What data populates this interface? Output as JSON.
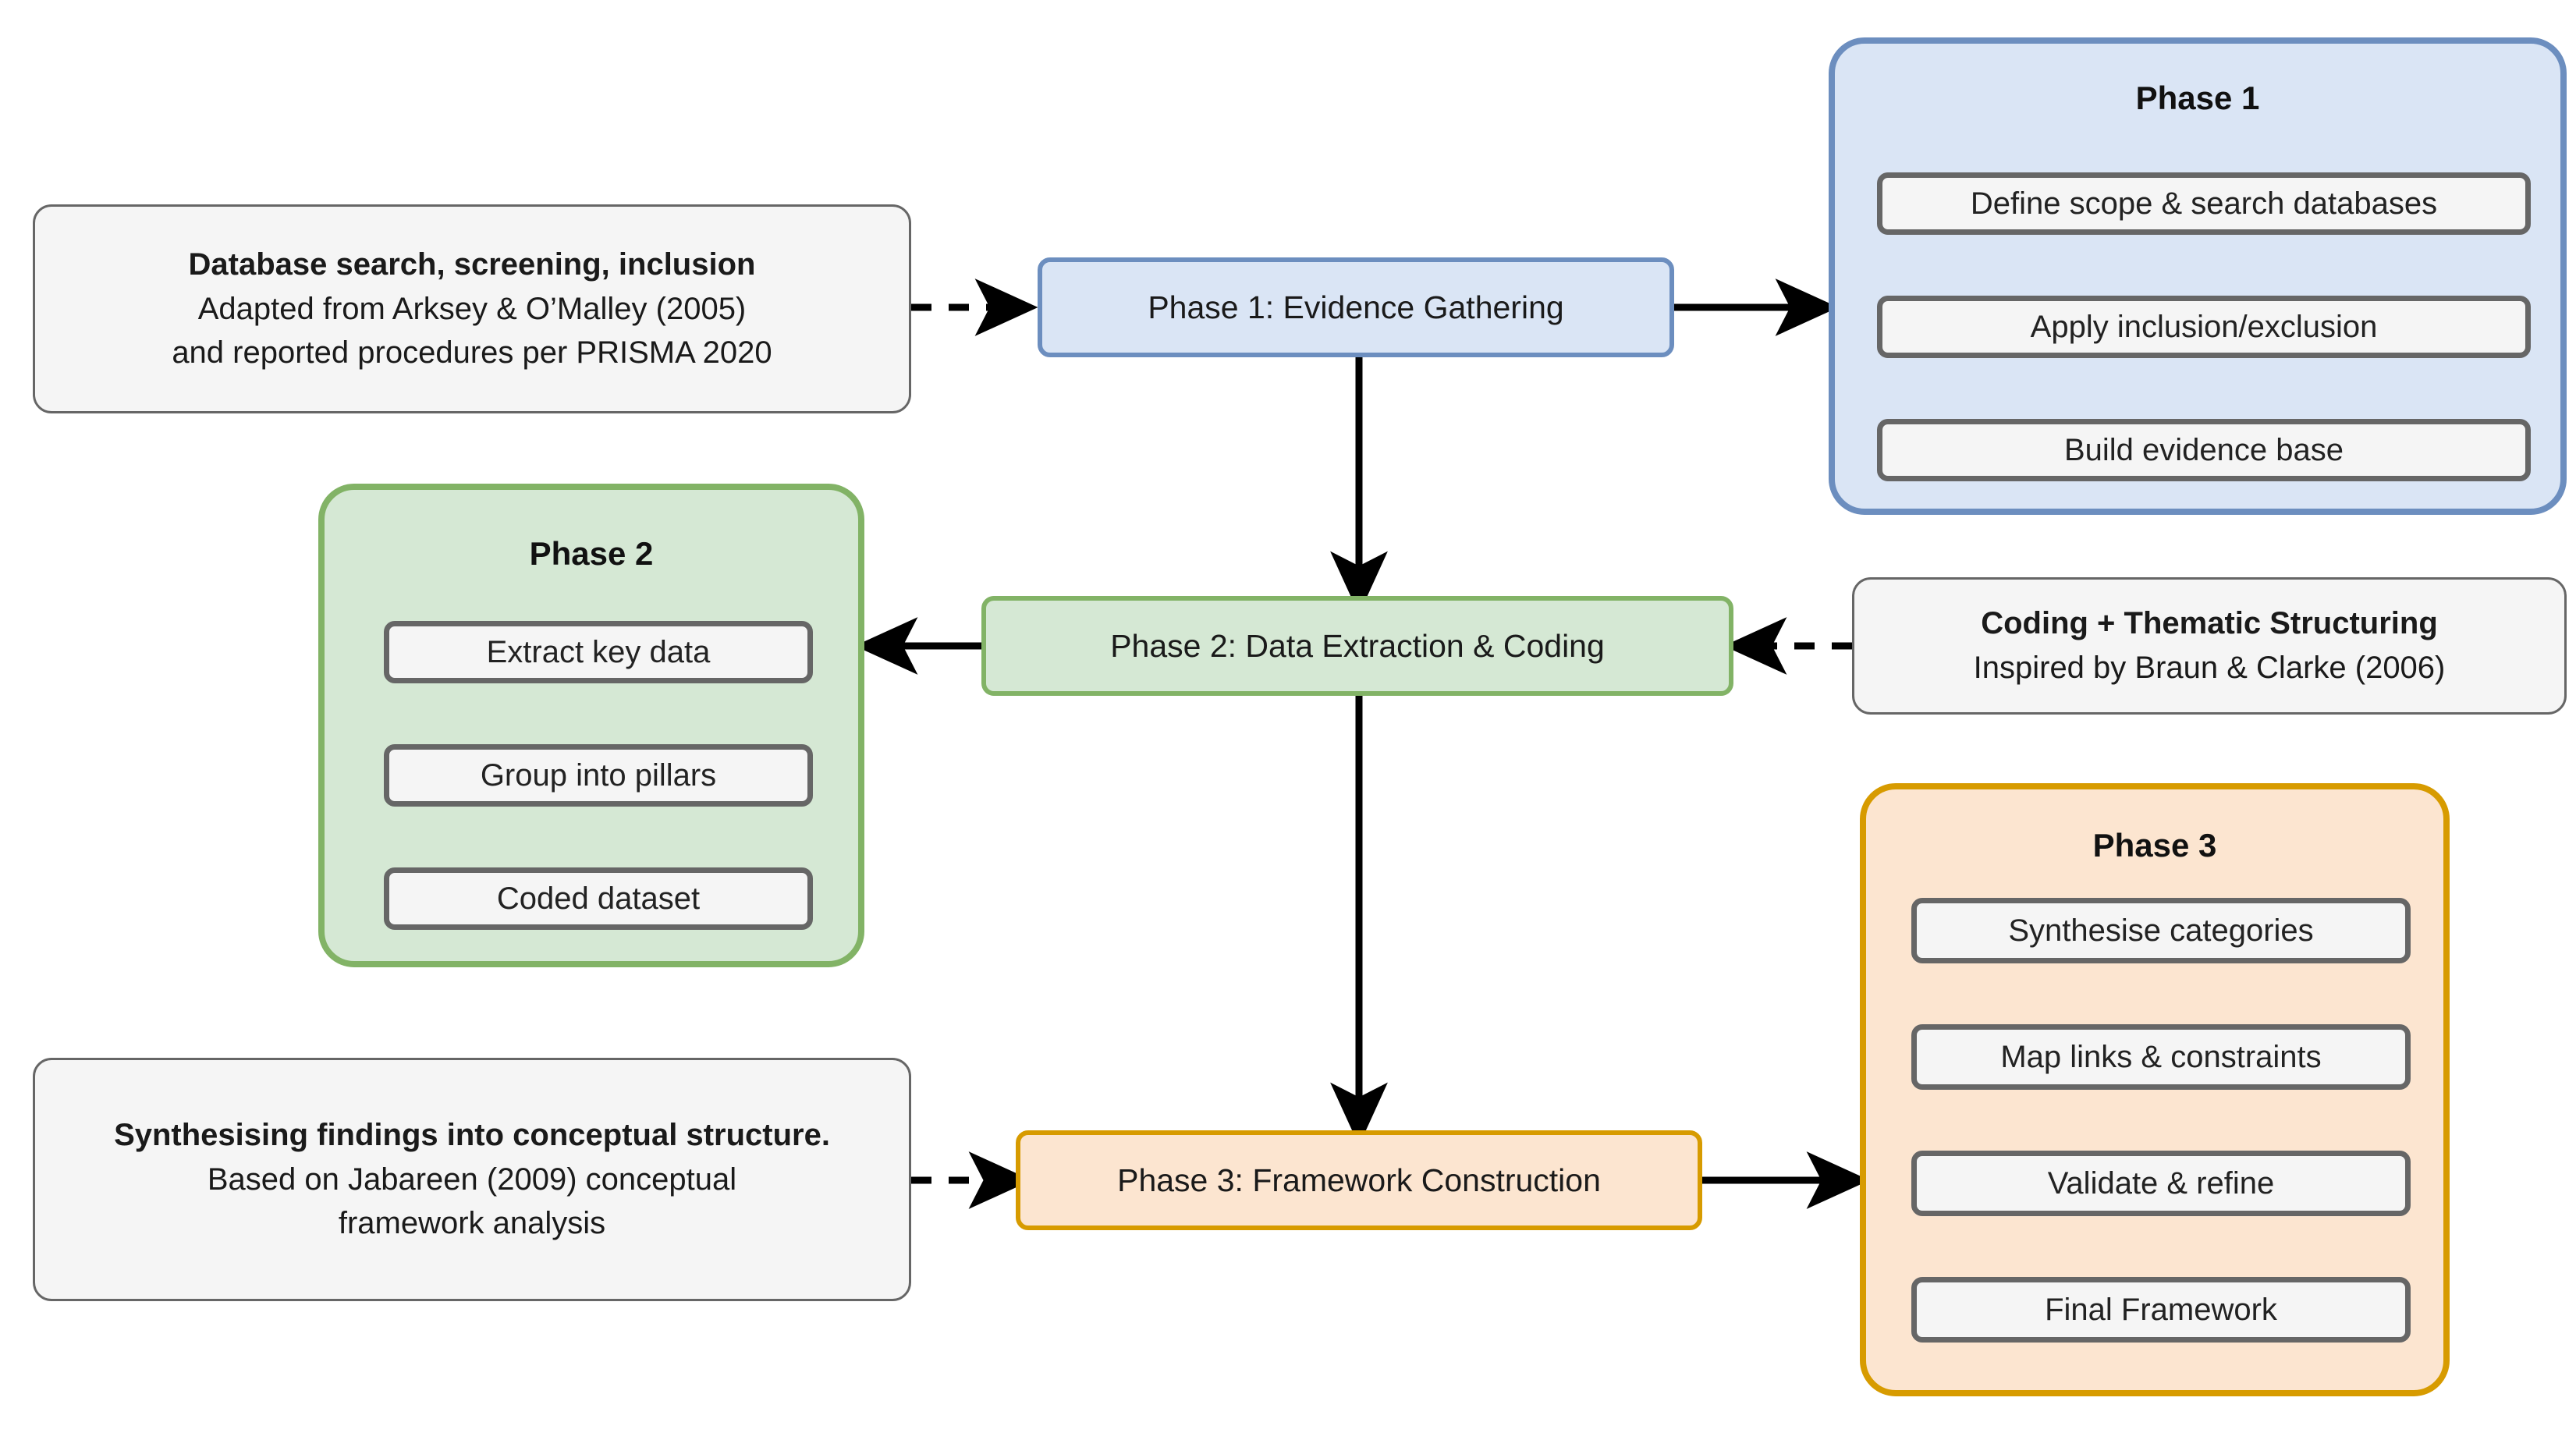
{
  "diagram": {
    "type": "flowchart",
    "orientation": "left-to-right with vertical phase spine",
    "background_color": "#ffffff"
  },
  "palette": {
    "blue_fill": "#dae5f5",
    "blue_stroke": "#6c8ebf",
    "green_fill": "#d5e8d4",
    "green_stroke": "#82b366",
    "orange_fill": "#fce5d0",
    "orange_stroke": "#d79b00",
    "note_fill": "#f5f5f5",
    "note_stroke": "#666666",
    "step_fill": "#f5f5f5",
    "step_stroke": "#666666",
    "edge_color": "#000000"
  },
  "notes": [
    {
      "id": "note-phase1",
      "title": "Database search, screening, inclusion",
      "lines": [
        "Adapted from Arksey & O’Malley (2005)",
        "and reported procedures per PRISMA 2020"
      ]
    },
    {
      "id": "note-phase2",
      "title": "Coding + Thematic Structuring",
      "lines": [
        "Inspired by Braun & Clarke (2006)"
      ]
    },
    {
      "id": "note-phase3",
      "title": "Synthesising findings into conceptual structure.",
      "lines": [
        "Based on Jabareen (2009) conceptual",
        "framework analysis"
      ]
    }
  ],
  "spine": [
    {
      "id": "phase1-node",
      "label": "Phase 1: Evidence Gathering",
      "color": "blue"
    },
    {
      "id": "phase2-node",
      "label": "Phase 2: Data Extraction & Coding",
      "color": "green"
    },
    {
      "id": "phase3-node",
      "label": "Phase 3: Framework Construction",
      "color": "orange"
    }
  ],
  "panels": [
    {
      "id": "panel-phase1",
      "title": "Phase 1",
      "color": "blue",
      "steps": [
        "Define scope & search databases",
        "Apply inclusion/exclusion",
        "Build evidence base"
      ]
    },
    {
      "id": "panel-phase2",
      "title": "Phase 2",
      "color": "green",
      "steps": [
        "Extract key data",
        "Group into pillars",
        "Coded dataset"
      ]
    },
    {
      "id": "panel-phase3",
      "title": "Phase 3",
      "color": "orange",
      "steps": [
        "Synthesise categories",
        "Map links & constraints",
        "Validate & refine",
        "Final Framework"
      ]
    }
  ],
  "edges": [
    {
      "from": "note-phase1",
      "to": "phase1-node",
      "style": "dashed",
      "direction": "right"
    },
    {
      "from": "phase1-node",
      "to": "panel-phase1",
      "style": "solid",
      "direction": "right"
    },
    {
      "from": "phase1-node",
      "to": "phase2-node",
      "style": "solid",
      "direction": "down"
    },
    {
      "from": "note-phase2",
      "to": "phase2-node",
      "style": "dashed",
      "direction": "left"
    },
    {
      "from": "phase2-node",
      "to": "panel-phase2",
      "style": "solid",
      "direction": "left"
    },
    {
      "from": "phase2-node",
      "to": "phase3-node",
      "style": "solid",
      "direction": "down"
    },
    {
      "from": "note-phase3",
      "to": "phase3-node",
      "style": "dashed",
      "direction": "right"
    },
    {
      "from": "phase3-node",
      "to": "panel-phase3",
      "style": "solid",
      "direction": "right"
    }
  ]
}
